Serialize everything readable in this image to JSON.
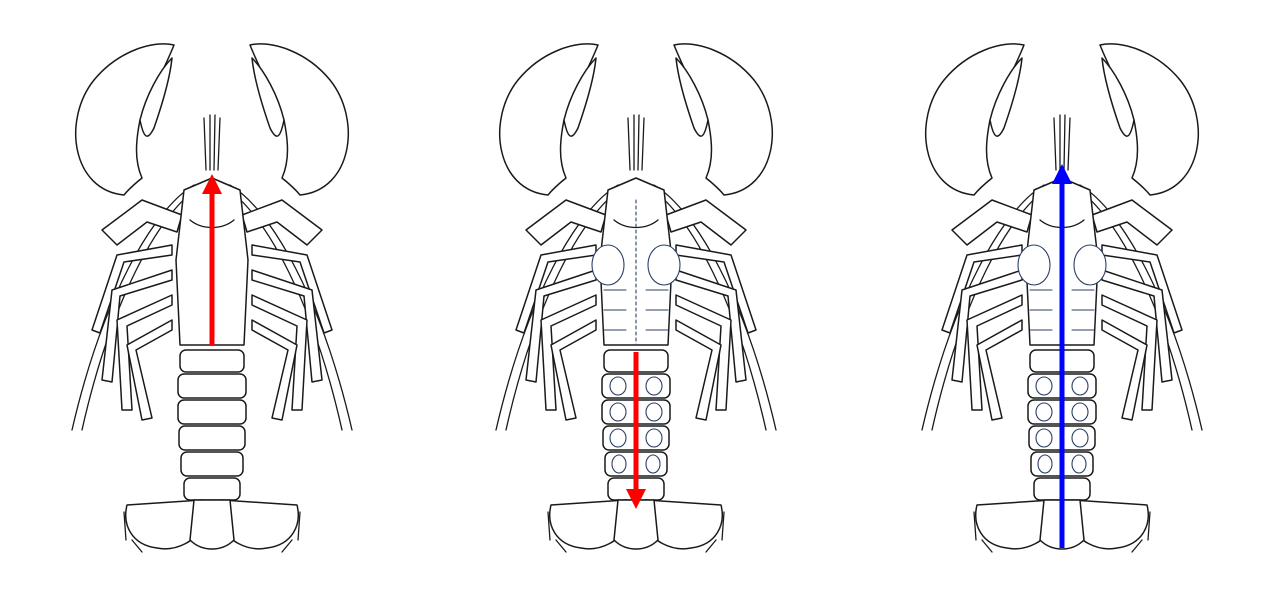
{
  "panels": [
    {
      "view": "dorsal",
      "arrow": {
        "color": "#ff0000",
        "direction": "up",
        "region": "carapace"
      }
    },
    {
      "view": "ventral",
      "arrow": {
        "color": "#ff0000",
        "direction": "down",
        "region": "abdomen"
      }
    },
    {
      "view": "ventral",
      "arrow": {
        "color": "#0000ff",
        "direction": "up",
        "region": "full-body"
      }
    }
  ]
}
